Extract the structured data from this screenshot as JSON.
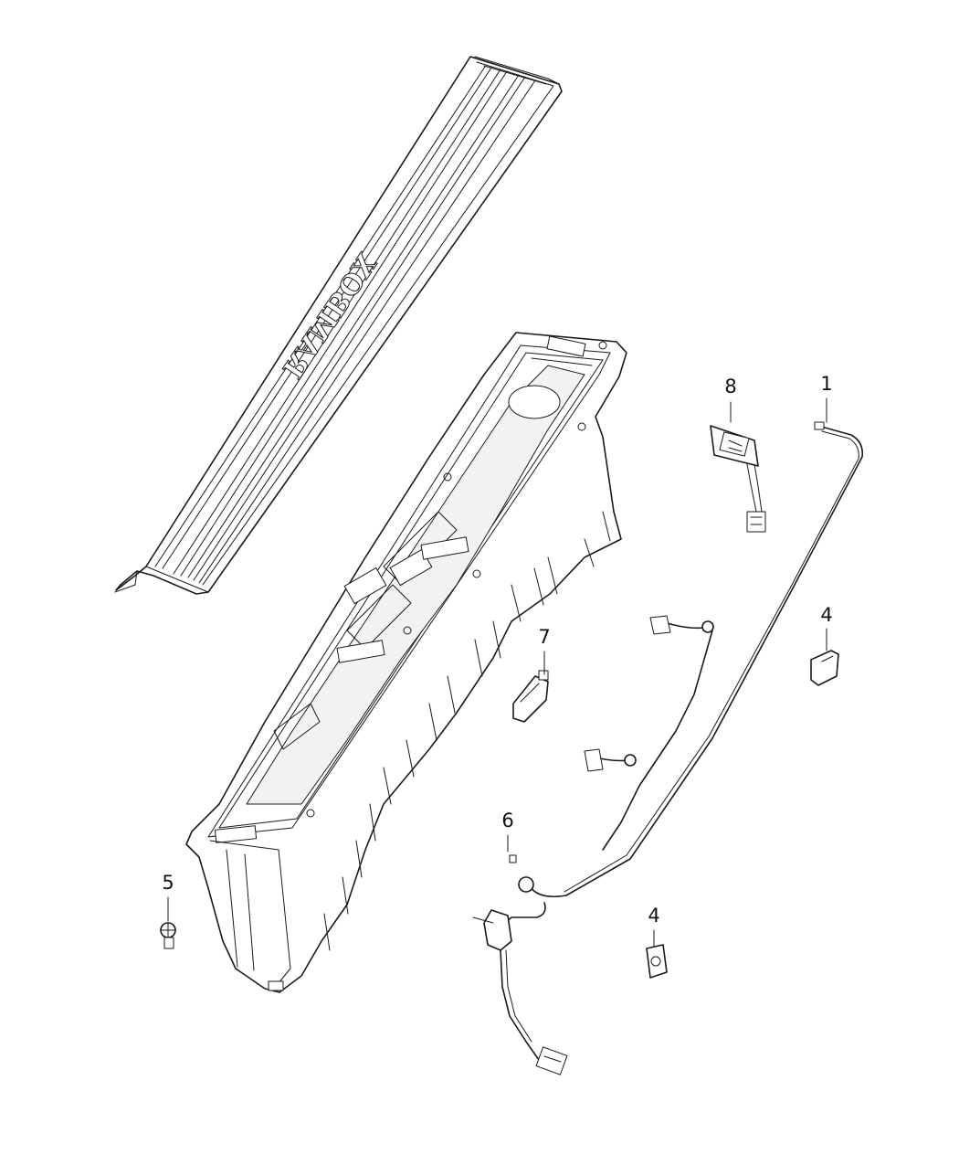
{
  "diagram": {
    "emboss_text": "RAMBOX",
    "callouts": [
      "8",
      "1",
      "4",
      "7",
      "6",
      "5",
      "4"
    ]
  }
}
